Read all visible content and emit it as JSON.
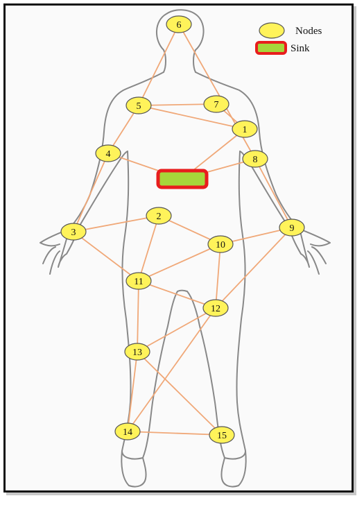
{
  "legend": {
    "nodes_label": "Nodes",
    "sink_label": "Sink"
  },
  "colors": {
    "node_fill": "#fff35a",
    "node_stroke": "#555555",
    "sink_fill": "#a6d63a",
    "sink_stroke": "#e81d1d",
    "link": "#f0a878",
    "body_outline": "#888888"
  },
  "nodes": [
    {
      "id": "1",
      "label": "1"
    },
    {
      "id": "2",
      "label": "2"
    },
    {
      "id": "3",
      "label": "3"
    },
    {
      "id": "4",
      "label": "4"
    },
    {
      "id": "5",
      "label": "5"
    },
    {
      "id": "6",
      "label": "6"
    },
    {
      "id": "7",
      "label": "7"
    },
    {
      "id": "8",
      "label": "8"
    },
    {
      "id": "9",
      "label": "9"
    },
    {
      "id": "10",
      "label": "10"
    },
    {
      "id": "11",
      "label": "11"
    },
    {
      "id": "12",
      "label": "12"
    },
    {
      "id": "13",
      "label": "13"
    },
    {
      "id": "14",
      "label": "14"
    },
    {
      "id": "15",
      "label": "15"
    }
  ],
  "links": [
    [
      "6",
      "5"
    ],
    [
      "6",
      "8"
    ],
    [
      "5",
      "7"
    ],
    [
      "5",
      "1"
    ],
    [
      "5",
      "4"
    ],
    [
      "7",
      "1"
    ],
    [
      "1",
      "sink"
    ],
    [
      "4",
      "sink"
    ],
    [
      "8",
      "sink"
    ],
    [
      "4",
      "3"
    ],
    [
      "8",
      "9"
    ],
    [
      "3",
      "2"
    ],
    [
      "3",
      "11"
    ],
    [
      "2",
      "10"
    ],
    [
      "2",
      "11"
    ],
    [
      "9",
      "10"
    ],
    [
      "9",
      "12"
    ],
    [
      "10",
      "11"
    ],
    [
      "10",
      "12"
    ],
    [
      "11",
      "12"
    ],
    [
      "11",
      "13"
    ],
    [
      "12",
      "13"
    ],
    [
      "12",
      "14"
    ],
    [
      "13",
      "14"
    ],
    [
      "13",
      "15"
    ],
    [
      "14",
      "15"
    ]
  ]
}
